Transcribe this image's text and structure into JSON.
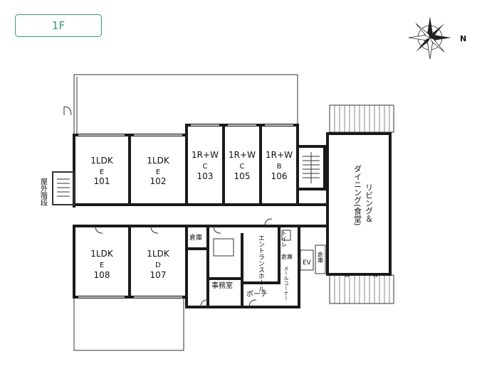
{
  "floor": "1F",
  "compass": {
    "north_label": "N"
  },
  "rooms": {
    "r101": {
      "type": "1LDK",
      "variant": "E",
      "number": "101"
    },
    "r102": {
      "type": "1LDK",
      "variant": "E",
      "number": "102"
    },
    "r103": {
      "type": "1R+W",
      "variant": "C",
      "number": "103"
    },
    "r105": {
      "type": "1R+W",
      "variant": "C",
      "number": "105"
    },
    "r106": {
      "type": "1R+W",
      "variant": "B",
      "number": "106"
    },
    "r108": {
      "type": "1LDK",
      "variant": "E",
      "number": "108"
    },
    "r107": {
      "type": "1LDK",
      "variant": "D",
      "number": "107"
    }
  },
  "labels": {
    "outdoor_stairs": "屋外階段",
    "storage": "倉庫",
    "entrance_hall": "エントランスホール",
    "toilet": "トイレ",
    "office": "事務室",
    "porch": "ポーチ",
    "ev": "EV",
    "mail_corner": "メールコーナー",
    "living_dining_1": "リビング＆",
    "living_dining_2": "ダイニング(食堂)",
    "w": "W"
  }
}
